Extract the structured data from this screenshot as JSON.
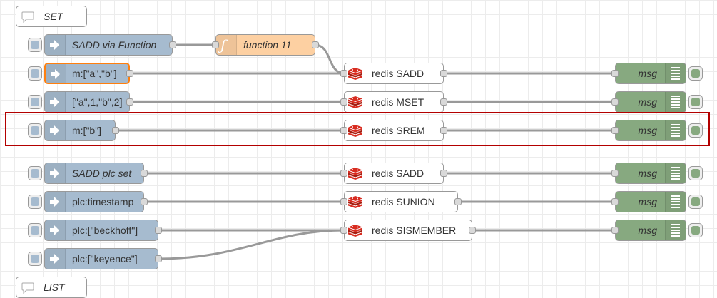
{
  "flow": {
    "comments": [
      {
        "id": "c1",
        "label": "SET"
      },
      {
        "id": "c2",
        "label": "LIST"
      }
    ],
    "injects": [
      {
        "id": "i1",
        "label": "SADD via Function",
        "italic": true
      },
      {
        "id": "i2",
        "label": "m:[\"a\",\"b\"]",
        "italic": false
      },
      {
        "id": "i3",
        "label": "[\"a\",1,\"b\",2]",
        "italic": false
      },
      {
        "id": "i4",
        "label": "m:[\"b\"]",
        "italic": false
      },
      {
        "id": "i5",
        "label": "SADD plc set",
        "italic": true
      },
      {
        "id": "i6",
        "label": "plc:timestamp",
        "italic": false
      },
      {
        "id": "i7",
        "label": "plc:[\"beckhoff\"]",
        "italic": false
      },
      {
        "id": "i8",
        "label": "plc:[\"keyence\"]",
        "italic": false
      }
    ],
    "functions": [
      {
        "id": "f1",
        "label": "function 11"
      }
    ],
    "redis_nodes": [
      {
        "id": "r1",
        "label": "redis SADD"
      },
      {
        "id": "r2",
        "label": "redis MSET"
      },
      {
        "id": "r3",
        "label": "redis SREM"
      },
      {
        "id": "r4",
        "label": "redis SADD"
      },
      {
        "id": "r5",
        "label": "redis SUNION"
      },
      {
        "id": "r6",
        "label": "redis SISMEMBER"
      }
    ],
    "debug_nodes": [
      {
        "id": "d1",
        "label": "msg"
      },
      {
        "id": "d2",
        "label": "msg"
      },
      {
        "id": "d3",
        "label": "msg"
      },
      {
        "id": "d4",
        "label": "msg"
      },
      {
        "id": "d5",
        "label": "msg"
      },
      {
        "id": "d6",
        "label": "msg"
      }
    ],
    "selected_node": "i2"
  },
  "colors": {
    "inject": "#a6bbcf",
    "function": "#fdd0a2",
    "debug": "#87a980",
    "redis_icon": "#d82c20",
    "wire": "#999999",
    "selection_outline": "#ff7f0e",
    "highlight_box": "#b30000"
  },
  "icons": {
    "comment": "speech-bubble-icon",
    "inject": "arrow-in-icon",
    "function": "function-f-icon",
    "redis": "redis-stack-icon",
    "debug": "list-icon"
  }
}
